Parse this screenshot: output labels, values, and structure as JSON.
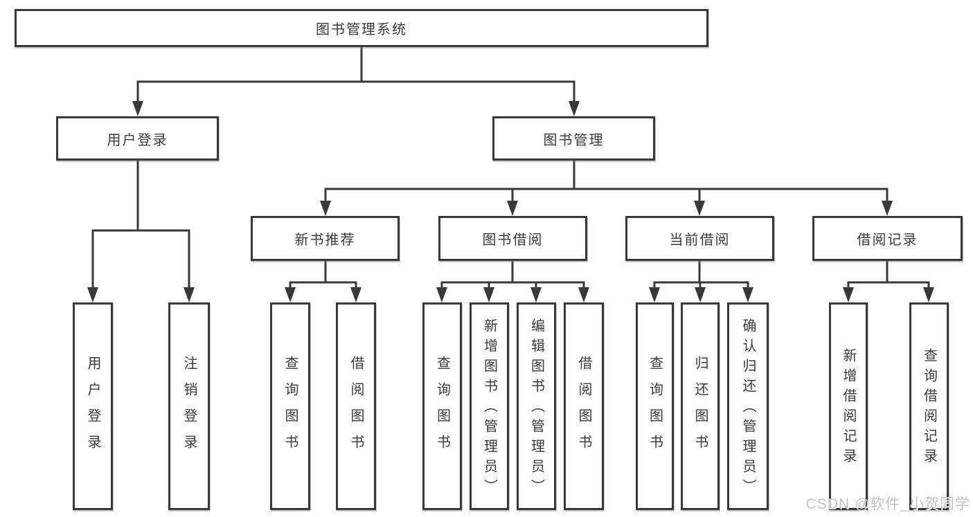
{
  "diagram": {
    "root": {
      "label": "图书管理系统"
    },
    "level2": {
      "user_login": {
        "label": "用户登录"
      },
      "book_mgmt": {
        "label": "图书管理"
      }
    },
    "level3": {
      "new_book_rec": {
        "label": "新书推荐"
      },
      "book_borrow": {
        "label": "图书借阅"
      },
      "current_borrow": {
        "label": "当前借阅"
      },
      "borrow_record": {
        "label": "借阅记录"
      }
    },
    "leaves": {
      "user_login": [
        "用户登录",
        "注销登录"
      ],
      "new_book_rec": [
        "查询图书",
        "借阅图书"
      ],
      "book_borrow": [
        "查询图书",
        "新增图书（管理员）",
        "编辑图书（管理员）",
        "借阅图书"
      ],
      "current_borrow": [
        "查询图书",
        "归还图书",
        "确认归还（管理员）"
      ],
      "borrow_record": [
        "新增借阅记录",
        "查询借阅记录"
      ]
    }
  },
  "watermark": "CSDN @软件_小贺同学",
  "colors": {
    "line": "#383838",
    "text": "#3a3a3a",
    "box_background": "#ffffff",
    "page_background": "#ffffff",
    "watermark": "#c2c2c2"
  }
}
